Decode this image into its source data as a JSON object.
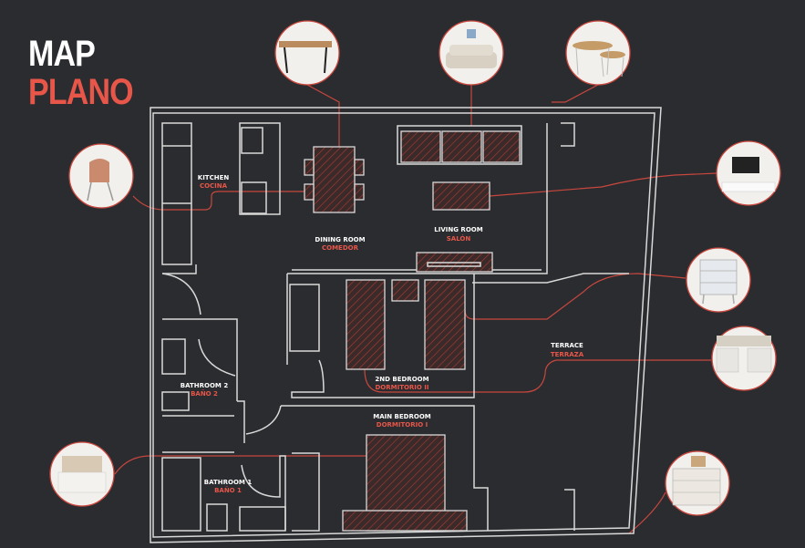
{
  "title": {
    "en": "MAP",
    "es": "PLANO"
  },
  "colors": {
    "background": "#2a2c2f",
    "accent": "#e8564a",
    "walls": "#d9d9d9"
  },
  "rooms": [
    {
      "en": "KITCHEN",
      "es": "COCINA"
    },
    {
      "en": "DINING ROOM",
      "es": "COMEDOR"
    },
    {
      "en": "LIVING ROOM",
      "es": "SALÓN"
    },
    {
      "en": "TERRACE",
      "es": "TERRAZA"
    },
    {
      "en": "2ND BEDROOM",
      "es": "DORMITORIO II"
    },
    {
      "en": "BATHROOM 2",
      "es": "BAÑO 2"
    },
    {
      "en": "MAIN BEDROOM",
      "es": "DORMITORIO I"
    },
    {
      "en": "BATHROOM 1",
      "es": "BAÑO 1"
    }
  ],
  "furniture_photos": [
    "chair",
    "dining-table",
    "sofa",
    "nesting-side-tables",
    "tv-unit",
    "chest-of-drawers",
    "twin-beds",
    "double-bed",
    "dresser"
  ]
}
